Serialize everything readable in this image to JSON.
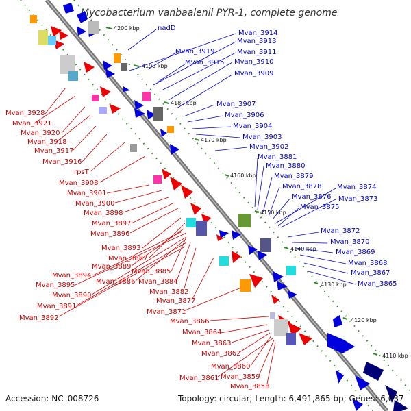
{
  "title": "Mycobacterium vanbaalenii PYR-1, complete genome",
  "footer": {
    "accession": "Accession: NC_008726",
    "topology": "Topology: circular; Length: 6,491,865 bp; Genes: 6,037"
  },
  "colors": {
    "backbone": "#777777",
    "forward": "#0000dd",
    "reverse": "#ee0000",
    "forward_label": "#0000cc",
    "reverse_label": "#cc0000",
    "tick_mark": "#2e8b22"
  },
  "ticks": [
    "4200 kbp",
    "4190 kbp",
    "4180 kbp",
    "4170 kbp",
    "4160 kbp",
    "4150 kbp",
    "4140 kbp",
    "4130 kbp",
    "4120 kbp",
    "4110 kbp"
  ],
  "forward_labels": [
    "nadD",
    "Mvan_3914",
    "Mvan_3913",
    "Mvan_3919",
    "Mvan_3911",
    "Mvan_3915",
    "Mvan_3910",
    "Mvan_3909",
    "Mvan_3907",
    "Mvan_3906",
    "Mvan_3904",
    "Mvan_3903",
    "Mvan_3902",
    "Mvan_3881",
    "Mvan_3880",
    "Mvan_3879",
    "Mvan_3878",
    "Mvan_3874",
    "Mvan_3876",
    "Mvan_3873",
    "Mvan_3875",
    "Mvan_3872",
    "Mvan_3870",
    "Mvan_3869",
    "Mvan_3868",
    "Mvan_3867",
    "Mvan_3865"
  ],
  "reverse_labels": [
    "Mvan_3928",
    "Mvan_3921",
    "Mvan_3920",
    "Mvan_3918",
    "Mvan_3917",
    "Mvan_3916",
    "rpsT",
    "Mvan_3908",
    "Mvan_3901",
    "Mvan_3900",
    "Mvan_3898",
    "Mvan_3897",
    "Mvan_3896",
    "Mvan_3893",
    "Mvan_3887",
    "Mvan_3889",
    "Mvan_3894",
    "Mvan_3885",
    "Mvan_3886",
    "Mvan_3895",
    "Mvan_3884",
    "Mvan_3890",
    "Mvan_3882",
    "Mvan_3891",
    "Mvan_3877",
    "Mvan_3892",
    "Mvan_3871",
    "Mvan_3866",
    "Mvan_3864",
    "Mvan_3863",
    "Mvan_3862",
    "Mvan_3860",
    "Mvan_3861",
    "Mvan_3859",
    "Mvan_3858"
  ]
}
